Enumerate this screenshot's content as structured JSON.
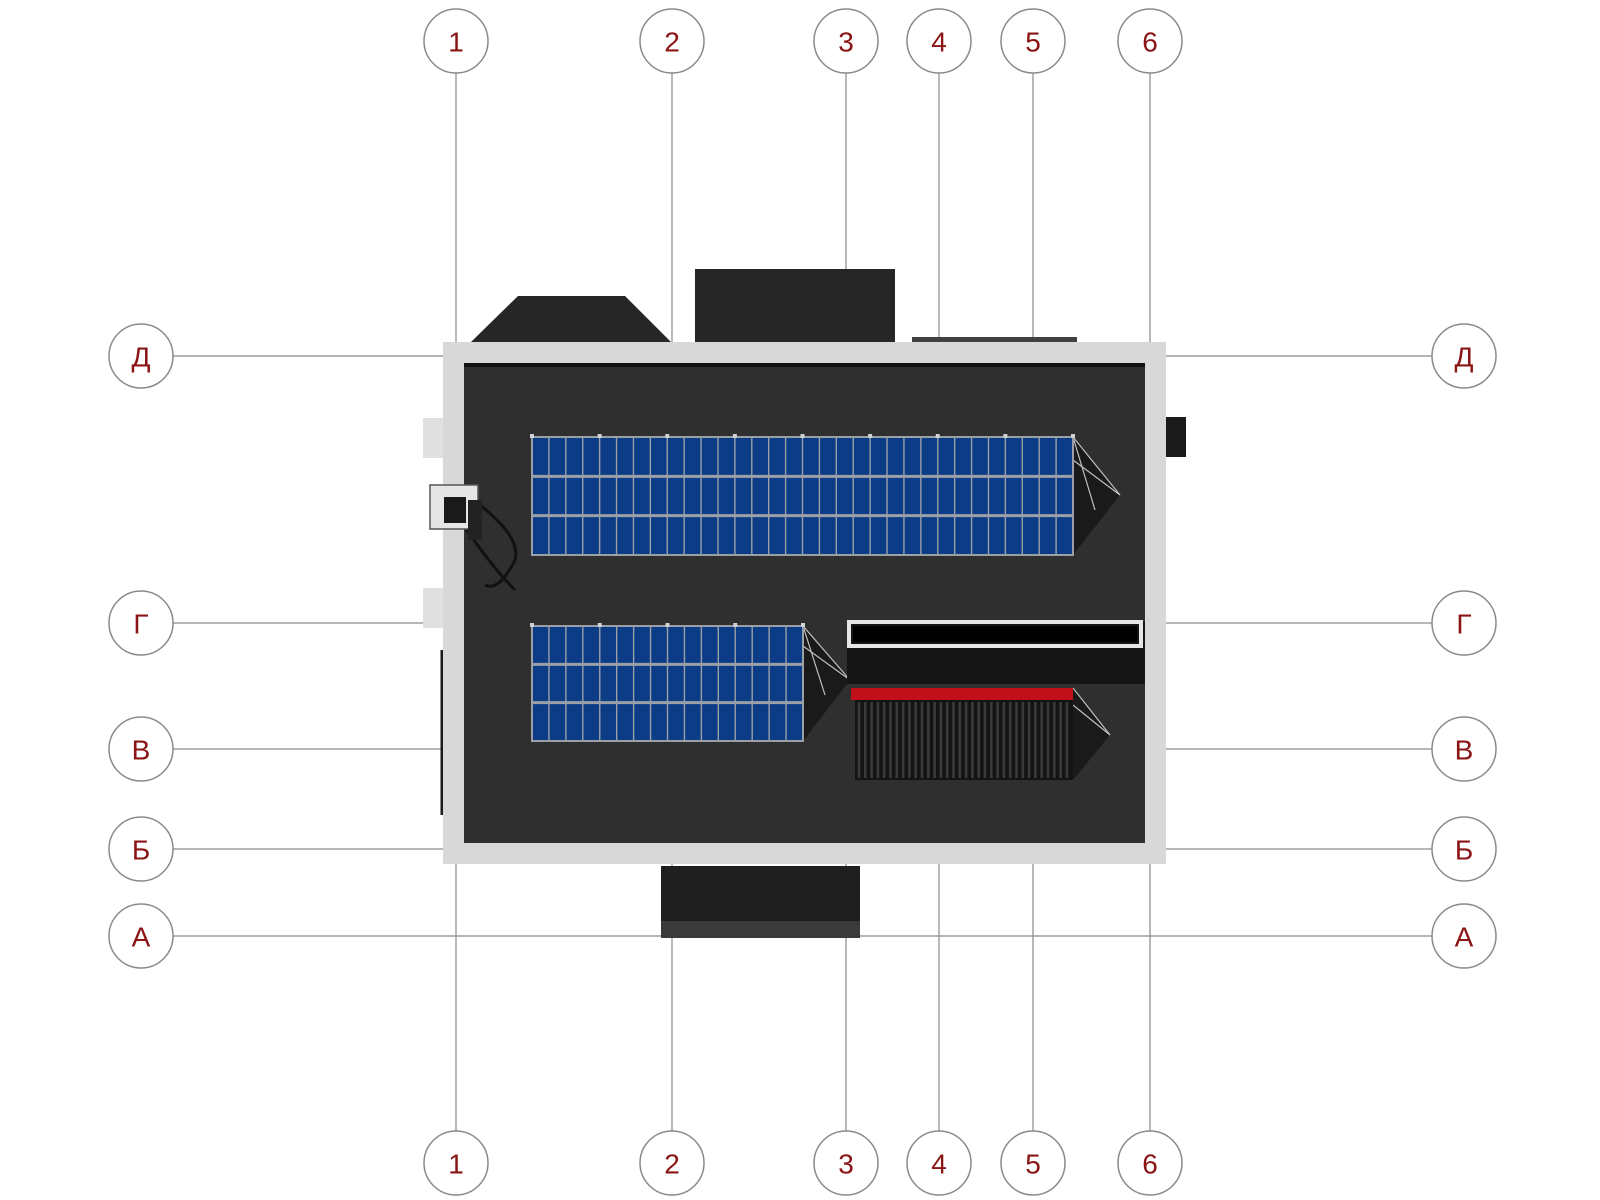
{
  "axes": {
    "vertical": [
      {
        "label": "1"
      },
      {
        "label": "2"
      },
      {
        "label": "3"
      },
      {
        "label": "4"
      },
      {
        "label": "5"
      },
      {
        "label": "6"
      }
    ],
    "horizontal": [
      {
        "label": "Д"
      },
      {
        "label": "Г"
      },
      {
        "label": "В"
      },
      {
        "label": "Б"
      },
      {
        "label": "А"
      }
    ]
  },
  "colors": {
    "axis_label": "#8b1414",
    "axis_line": "#8a8a8a",
    "roof": "#2f2f2f",
    "roof_edge": "#d8d8d8",
    "building_dark": "#262626",
    "panel_blue": "#0d3c86",
    "panel_frame": "#9aa0a6",
    "collector_red": "#c0101a"
  }
}
